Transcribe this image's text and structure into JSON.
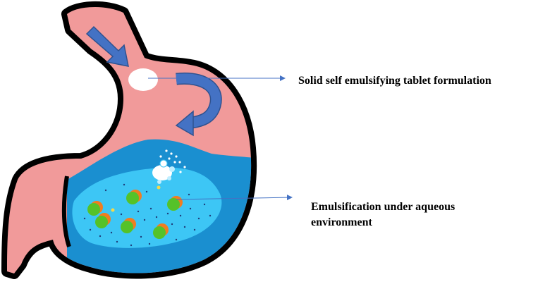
{
  "labels": {
    "tablet": "Solid self emulsifying tablet formulation",
    "emulsification_line1": "Emulsification under aqueous",
    "emulsification_line2": "environment"
  },
  "colors": {
    "stomach_wall": "#000000",
    "stomach_tissue": "#f19a9a",
    "fluid_outer": "#1a8fd0",
    "fluid_inner": "#3dc6f5",
    "droplet_green": "#55c229",
    "droplet_orange": "#f07d21",
    "arrow_fill": "#4472c4",
    "pointer_line": "#4472c4",
    "tablet": "#ffffff",
    "particles": "#1f3d7a"
  },
  "icons": [
    "inflow-arrow-icon",
    "curved-arrow-icon",
    "tablet-icon",
    "dissolving-tablet-icon",
    "emulsion-droplet-icon"
  ]
}
